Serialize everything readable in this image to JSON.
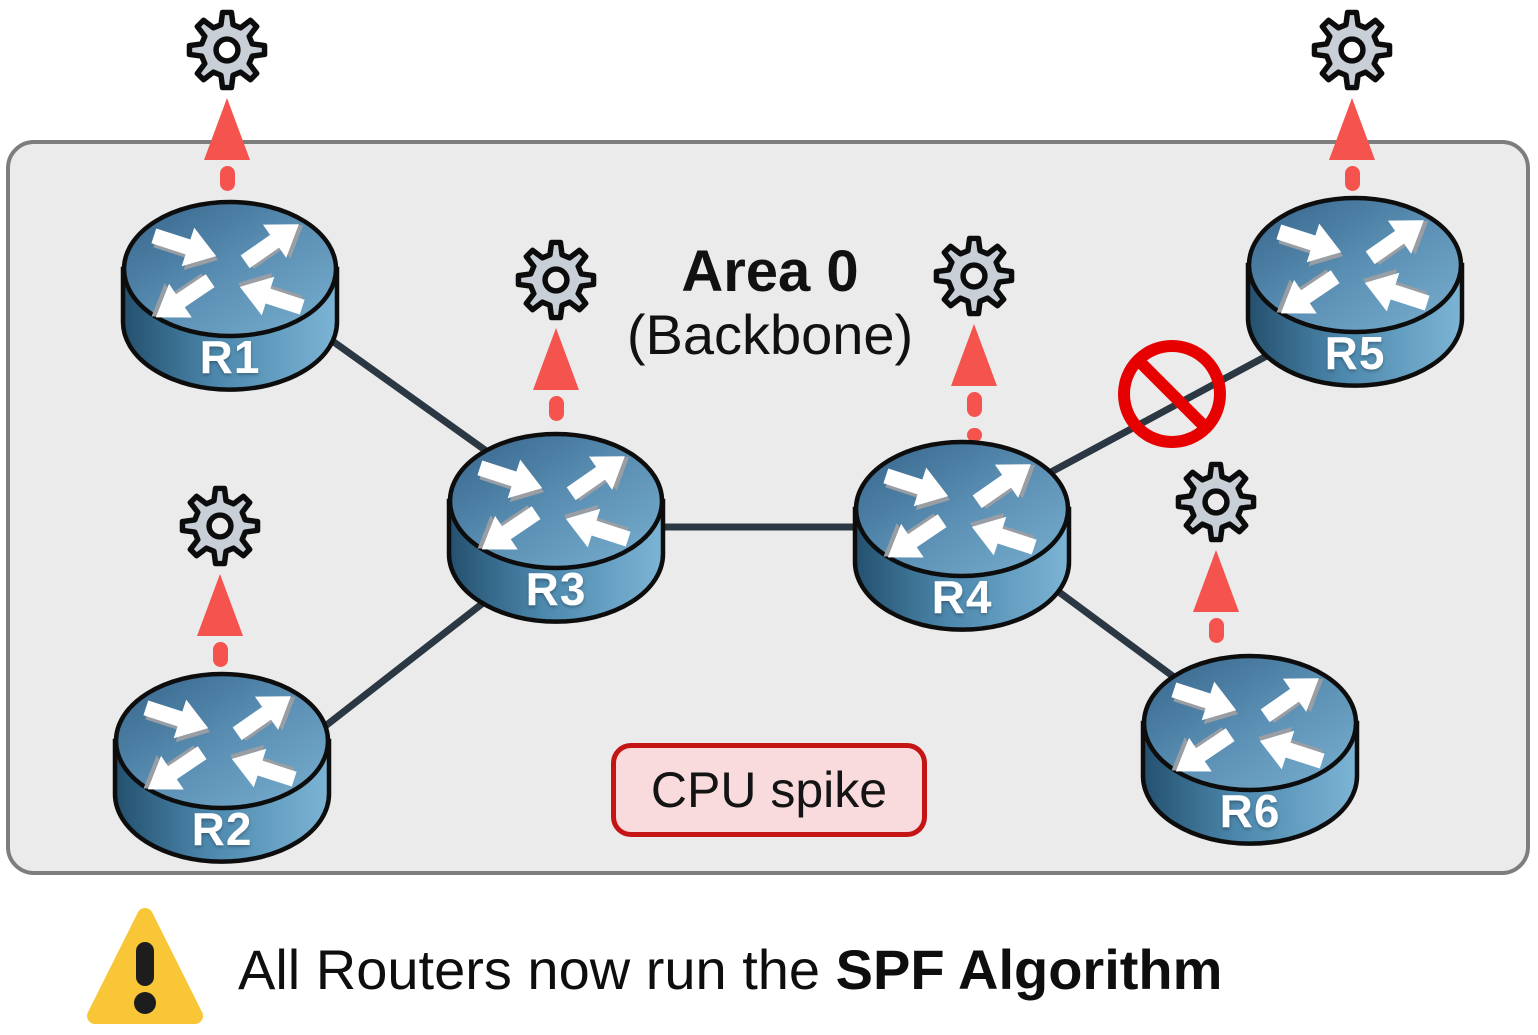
{
  "area": {
    "title": "Area 0",
    "subtitle": "(Backbone)"
  },
  "routers": [
    {
      "id": "r1",
      "label": "R1"
    },
    {
      "id": "r2",
      "label": "R2"
    },
    {
      "id": "r3",
      "label": "R3"
    },
    {
      "id": "r4",
      "label": "R4"
    },
    {
      "id": "r5",
      "label": "R5"
    },
    {
      "id": "r6",
      "label": "R6"
    }
  ],
  "links": [
    {
      "from": "R1",
      "to": "R3",
      "blocked": false
    },
    {
      "from": "R2",
      "to": "R3",
      "blocked": false
    },
    {
      "from": "R3",
      "to": "R4",
      "blocked": false
    },
    {
      "from": "R4",
      "to": "R5",
      "blocked": true
    },
    {
      "from": "R4",
      "to": "R6",
      "blocked": false
    }
  ],
  "badges": {
    "cpu_spike": "CPU spike"
  },
  "footer": {
    "prefix": "All Routers now run the ",
    "emphasis": "SPF Algorithm"
  },
  "icons": {
    "gear": "gear-icon",
    "spike_arrow": "red-up-arrow",
    "blocked_link": "no-entry-icon",
    "warning": "warning-triangle-icon"
  },
  "colors": {
    "panel_bg": "#ebebeb",
    "panel_border": "#7d7d7d",
    "link": "#2b3844",
    "spike_red": "#f4534e",
    "prohibit_red": "#e60000",
    "cpu_box_bg": "#f9dadd",
    "cpu_box_border": "#c41414",
    "warning_yellow": "#f8c636",
    "gear_fill": "#c9cfd6",
    "router_label": "#ffffff"
  }
}
